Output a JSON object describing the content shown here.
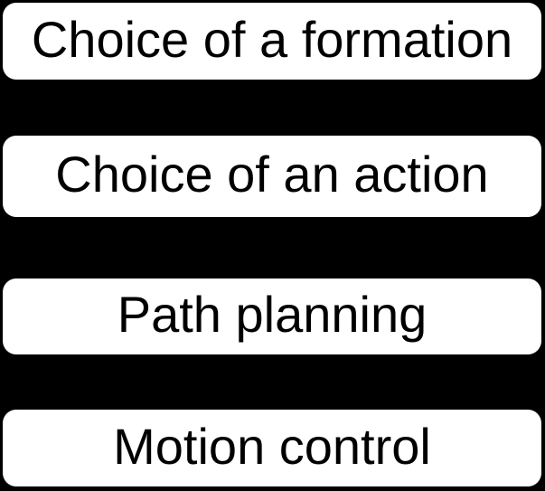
{
  "diagram": {
    "type": "layered-flow-diagram",
    "background_color": "#000000",
    "box_fill_color": "#ffffff",
    "box_text_color": "#000000",
    "boxes": [
      {
        "label": "Choice of a formation"
      },
      {
        "label": "Choice of an action"
      },
      {
        "label": "Path planning"
      },
      {
        "label": "Motion control"
      }
    ]
  }
}
